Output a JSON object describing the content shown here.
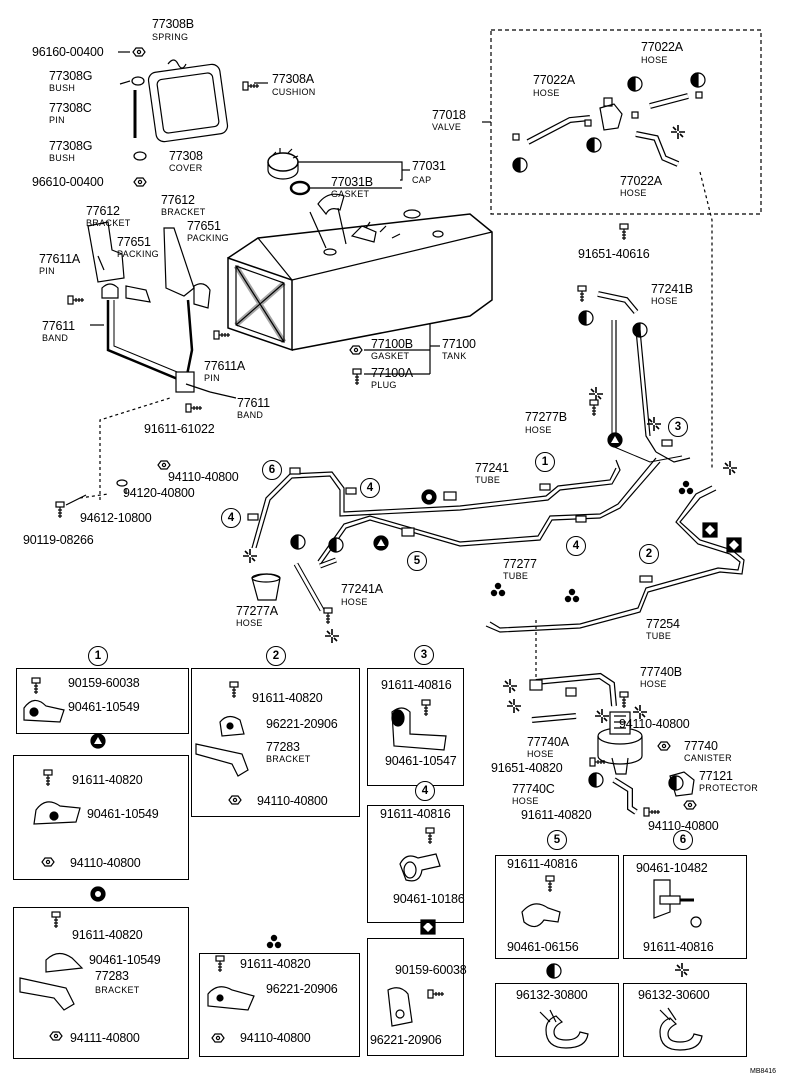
{
  "diagram_id": "MB8416",
  "parts": {
    "p77308B": "77308B",
    "p77308B_name": "SPRING",
    "p96160": "96160-00400",
    "p77308G_top": "77308G",
    "p77308G_top_name": "BUSH",
    "p77308A": "77308A",
    "p77308A_name": "CUSHION",
    "p77308C": "77308C",
    "p77308C_name": "PIN",
    "p77308G_bot": "77308G",
    "p77308G_bot_name": "BUSH",
    "p77308": "77308",
    "p77308_name": "COVER",
    "p96610": "96610-00400",
    "p77031": "77031",
    "p77031_name": "CAP",
    "p77031B": "77031B",
    "p77031B_name": "GASKET",
    "p77612_left": "77612",
    "p77612_left_name": "BRACKET",
    "p77612_right": "77612",
    "p77612_right_name": "BRACKET",
    "p77651_left": "77651",
    "p77651_left_name": "PACKING",
    "p77651_right": "77651",
    "p77651_right_name": "PACKING",
    "p77611A_left": "77611A",
    "p77611A_left_name": "PIN",
    "p77611_left": "77611",
    "p77611_left_name": "BAND",
    "p77611A_right": "77611A",
    "p77611A_right_name": "PIN",
    "p77611_right": "77611",
    "p77611_right_name": "BAND",
    "p91611_61022": "91611-61022",
    "p94110_top": "94110-40800",
    "p94120": "94120-40800",
    "p94612": "94612-10800",
    "p90119": "90119-08266",
    "p77100B": "77100B",
    "p77100B_name": "GASKET",
    "p77100A": "77100A",
    "p77100A_name": "PLUG",
    "p77100": "77100",
    "p77100_name": "TANK",
    "p77018": "77018",
    "p77018_name": "VALVE",
    "p77022A_1": "77022A",
    "p77022A_1_name": "HOSE",
    "p77022A_2": "77022A",
    "p77022A_2_name": "HOSE",
    "p77022A_3": "77022A",
    "p77022A_3_name": "HOSE",
    "p91651_top": "91651-40616",
    "p77241B": "77241B",
    "p77241B_name": "HOSE",
    "p77277B": "77277B",
    "p77277B_name": "HOSE",
    "p77241": "77241",
    "p77241_name": "TUBE",
    "p77277": "77277",
    "p77277_name": "TUBE",
    "p77241A": "77241A",
    "p77241A_name": "HOSE",
    "p77277A": "77277A",
    "p77277A_name": "HOSE",
    "p77254": "77254",
    "p77254_name": "TUBE",
    "p77740B": "77740B",
    "p77740B_name": "HOSE",
    "p94110_can": "94110-40800",
    "p77740A": "77740A",
    "p77740A_name": "HOSE",
    "p77740": "77740",
    "p77740_name": "CANISTER",
    "p91651_bot": "91651-40820",
    "p77121": "77121",
    "p77121_name": "PROTECTOR",
    "p77740C": "77740C",
    "p77740C_name": "HOSE",
    "p91611_bot": "91611-40820",
    "p94110_bot": "94110-40800"
  },
  "callouts": {
    "c1": "1",
    "c2": "2",
    "c3": "3",
    "c4": "4",
    "c5": "5",
    "c6": "6"
  },
  "details": {
    "d1": {
      "num": "1",
      "a": "90159-60038",
      "b": "90461-10549"
    },
    "d2": {
      "num": "2",
      "a": "91611-40820",
      "b": "96221-20906",
      "c": "77283",
      "c_name": "BRACKET",
      "d": "94110-40800"
    },
    "d3": {
      "num": "3",
      "a": "91611-40816",
      "b": "90461-10547"
    },
    "d4": {
      "num": "4",
      "a": "91611-40816",
      "b": "90461-10186"
    },
    "d5": {
      "num": "5",
      "a": "91611-40816",
      "b": "90461-06156"
    },
    "d6": {
      "num": "6",
      "a": "90461-10482",
      "b": "91611-40816"
    },
    "dTri": {
      "a": "91611-40820",
      "b": "90461-10549",
      "c": "94110-40800"
    },
    "dGear": {
      "a": "91611-40820",
      "b": "90461-10549",
      "c": "77283",
      "c_name": "BRACKET",
      "d": "94111-40800"
    },
    "dDots": {
      "a": "91611-40820",
      "b": "96221-20906",
      "c": "94110-40800"
    },
    "dDiamond": {
      "a": "90159-60038",
      "b": "96221-20906"
    },
    "dHalf": {
      "a": "96132-30800"
    },
    "dPin": {
      "a": "96132-30600"
    }
  }
}
